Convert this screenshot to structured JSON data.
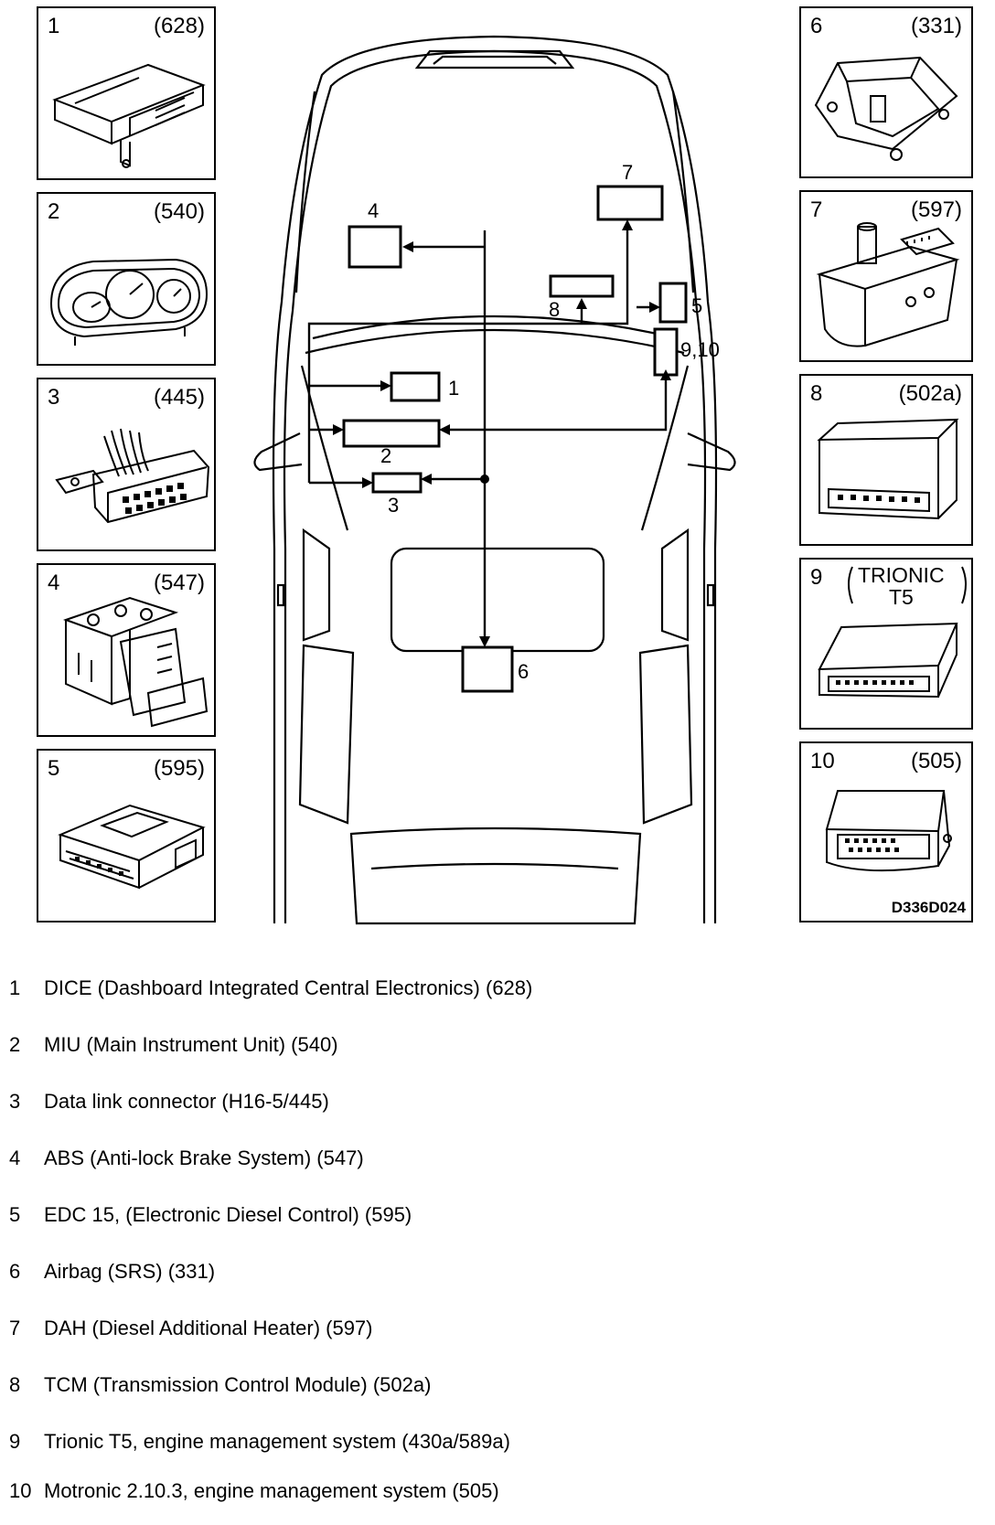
{
  "panels": [
    {
      "id": 1,
      "number": "1",
      "code": "(628)",
      "icon": "dice-module-icon"
    },
    {
      "id": 2,
      "number": "2",
      "code": "(540)",
      "icon": "instrument-cluster-icon"
    },
    {
      "id": 3,
      "number": "3",
      "code": "(445)",
      "icon": "obd-connector-icon"
    },
    {
      "id": 4,
      "number": "4",
      "code": "(547)",
      "icon": "abs-unit-icon"
    },
    {
      "id": 5,
      "number": "5",
      "code": "(595)",
      "icon": "edc-module-icon"
    },
    {
      "id": 6,
      "number": "6",
      "code": "(331)",
      "icon": "airbag-module-icon"
    },
    {
      "id": 7,
      "number": "7",
      "code": "(597)",
      "icon": "heater-unit-icon"
    },
    {
      "id": 8,
      "number": "8",
      "code": "(502a)",
      "icon": "tcm-module-icon"
    },
    {
      "id": 9,
      "number": "9",
      "code_line1": "TRIONIC",
      "code_line2": "T5",
      "icon": "trionic-module-icon"
    },
    {
      "id": 10,
      "number": "10",
      "code": "(505)",
      "icon": "motronic-module-icon"
    }
  ],
  "figure_ref": "D336D024",
  "diagram_labels": {
    "l1": "1",
    "l2": "2",
    "l3": "3",
    "l4": "4",
    "l5": "5",
    "l6": "6",
    "l7": "7",
    "l8": "8",
    "l910": "9,10"
  },
  "legend": [
    {
      "num": "1",
      "text": "DICE (Dashboard Integrated Central Electronics) (628)"
    },
    {
      "num": "2",
      "text": "MIU (Main Instrument Unit) (540)"
    },
    {
      "num": "3",
      "text": "Data link connector (H16-5/445)"
    },
    {
      "num": "4",
      "text": "ABS (Anti-lock Brake System) (547)"
    },
    {
      "num": "5",
      "text": "EDC 15, (Electronic Diesel Control) (595)"
    },
    {
      "num": "6",
      "text": "Airbag (SRS) (331)"
    },
    {
      "num": "7",
      "text": "DAH (Diesel Additional Heater) (597)"
    },
    {
      "num": "8",
      "text": "TCM (Transmission Control Module) (502a)"
    },
    {
      "num": "9",
      "text": "Trionic T5, engine management system (430a/589a)"
    },
    {
      "num": "10",
      "text": "Motronic 2.10.3, engine management system (505)"
    }
  ]
}
